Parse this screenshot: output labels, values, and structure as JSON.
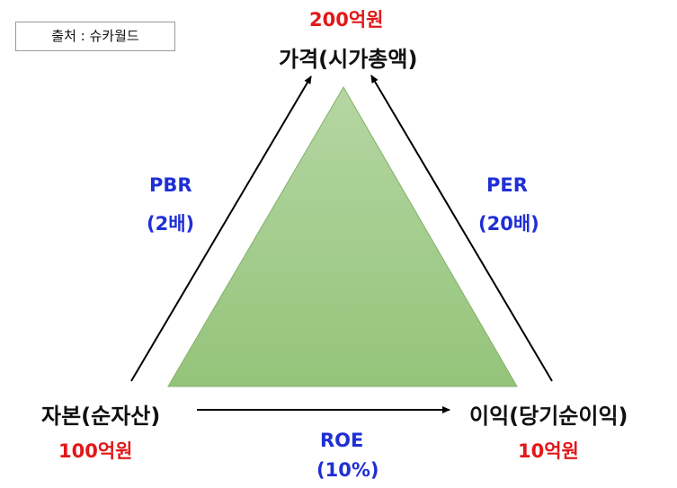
{
  "source": {
    "text": "출처 : 슈카월드"
  },
  "price": {
    "value": "200억원",
    "label": "가격(시가총액)"
  },
  "capital": {
    "label": "자본(순자산)",
    "value": "100억원"
  },
  "profit": {
    "label": "이익(당기순이익)",
    "value": "10억원"
  },
  "pbr": {
    "name": "PBR",
    "value": "(2배)"
  },
  "per": {
    "name": "PER",
    "value": "(20배)"
  },
  "roe": {
    "name": "ROE",
    "value": "(10%)"
  },
  "colors": {
    "triangle_top": "#b5d6a3",
    "triangle_bottom": "#94c47a",
    "triangle_border": "#82b068",
    "value_red": "#e21818",
    "ratio_blue": "#1f2fd6"
  }
}
